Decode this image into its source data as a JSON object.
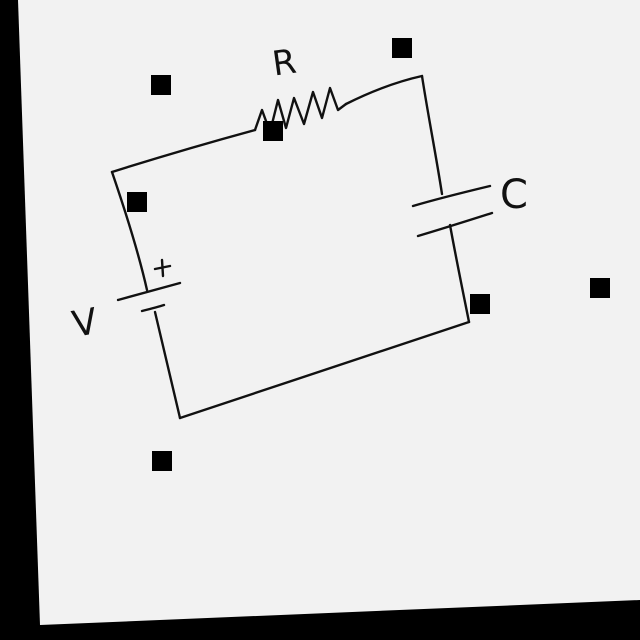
{
  "colors": {
    "paper": "#f2f2f2",
    "ink": "#111111",
    "background": "#000000",
    "marker": "#000000"
  },
  "diagram": {
    "type": "hand-drawn circuit",
    "components": {
      "resistor": {
        "label": "R"
      },
      "capacitor": {
        "label": "C"
      },
      "battery": {
        "label": "V",
        "polarity_mark": "+"
      }
    }
  }
}
